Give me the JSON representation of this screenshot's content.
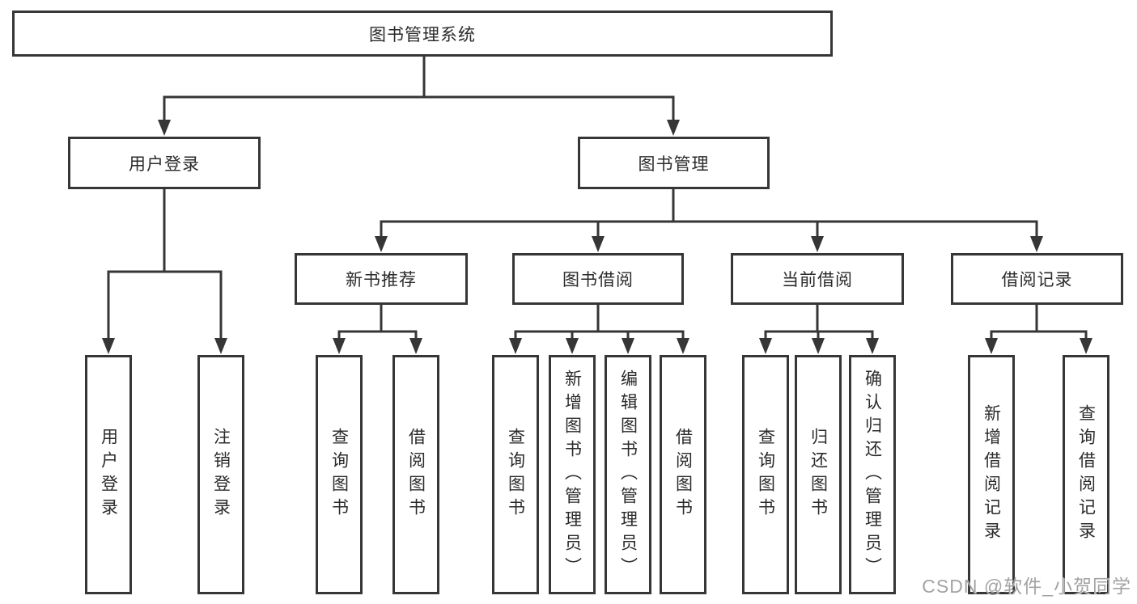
{
  "diagram": {
    "root": {
      "label": "图书管理系统"
    },
    "branches": [
      {
        "label": "用户登录",
        "children": [
          {
            "label": "用户登录"
          },
          {
            "label": "注销登录"
          }
        ]
      },
      {
        "label": "图书管理",
        "children": [
          {
            "label": "新书推荐",
            "children": [
              {
                "label": "查询图书"
              },
              {
                "label": "借阅图书"
              }
            ]
          },
          {
            "label": "图书借阅",
            "children": [
              {
                "label": "查询图书"
              },
              {
                "label": "新增图书（管理员）"
              },
              {
                "label": "编辑图书（管理员）"
              },
              {
                "label": "借阅图书"
              }
            ]
          },
          {
            "label": "当前借阅",
            "children": [
              {
                "label": "查询图书"
              },
              {
                "label": "归还图书"
              },
              {
                "label": "确认归还（管理员）"
              }
            ]
          },
          {
            "label": "借阅记录",
            "children": [
              {
                "label": "新增借阅记录"
              },
              {
                "label": "查询借阅记录"
              }
            ]
          }
        ]
      }
    ]
  },
  "watermark": {
    "text": "CSDN @软件_小贺同学"
  },
  "colors": {
    "line": "#363636",
    "box_border": "#363636",
    "text": "#2b2b2b",
    "background": "#ffffff",
    "watermark": "#a3a3a3"
  }
}
